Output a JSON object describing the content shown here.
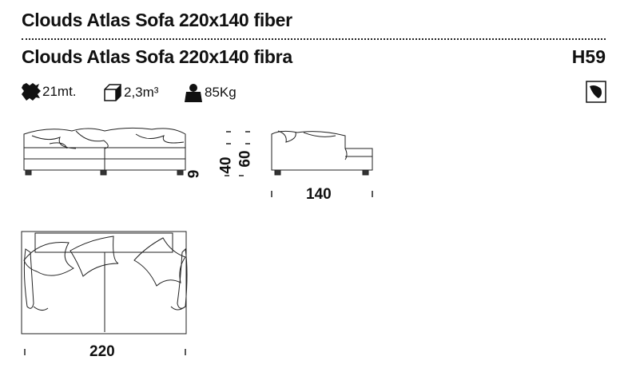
{
  "header": {
    "title_en": "Clouds Atlas Sofa 220x140 fiber",
    "title_it": "Clouds Atlas Sofa 220x140 fibra",
    "code": "H59"
  },
  "specs": {
    "fabric": "21mt.",
    "volume": "2,3m³",
    "weight": "85Kg"
  },
  "icons": {
    "fabric": "fabric-swatch-icon",
    "volume": "box-volume-icon",
    "weight": "weight-icon",
    "badge": "fiber-filling-icon"
  },
  "dimensions": {
    "seat_height": "40",
    "total_height": "60",
    "leg_height": "9",
    "depth": "140",
    "width": "220"
  }
}
